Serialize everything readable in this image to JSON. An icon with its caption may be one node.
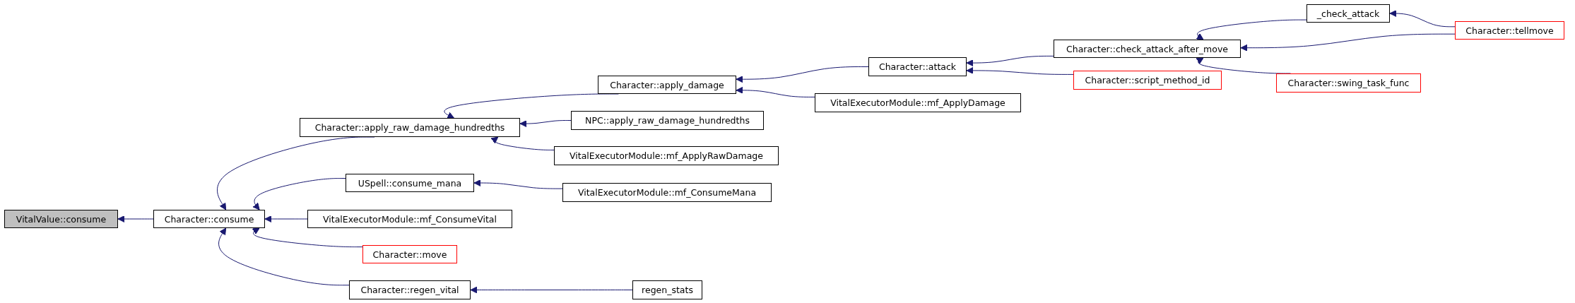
{
  "diagram": {
    "nodes": [
      {
        "text": [
          "VitalValue::consume"
        ]
      },
      {
        "text": [
          "Character::consume"
        ]
      },
      {
        "text": [
          "Character::apply_raw_damage_hundredths"
        ]
      },
      {
        "text": [
          "USpell::consume_mana"
        ]
      },
      {
        "text": [
          "VitalExecutorModule::mf_ConsumeVital"
        ]
      },
      {
        "text": [
          "Character::move"
        ]
      },
      {
        "text": [
          "Character::regen_vital"
        ]
      },
      {
        "text": [
          "Character::apply_damage"
        ]
      },
      {
        "text": [
          "NPC::apply_raw_damage_hundredths"
        ]
      },
      {
        "text": [
          "VitalExecutorModule::mf_ApplyRawDamage"
        ]
      },
      {
        "text": [
          "VitalExecutorModule::mf_ConsumeMana"
        ]
      },
      {
        "text": [
          "regen_stats"
        ]
      },
      {
        "text": [
          "Character::attack"
        ]
      },
      {
        "text": [
          "VitalExecutorModule::mf_ApplyDamage"
        ]
      },
      {
        "text": [
          "Character::check_attack_after_move"
        ]
      },
      {
        "text": [
          "Character::script_method_id"
        ]
      },
      {
        "text": [
          "_check_attack"
        ]
      },
      {
        "text": [
          "Character::swing_task_func"
        ]
      },
      {
        "text": [
          "Character::tellmove"
        ]
      }
    ],
    "edges": [
      {
        "from": 1,
        "to": 0,
        "arrow": "to"
      },
      {
        "from": 2,
        "to": 1,
        "arrow": "to"
      },
      {
        "from": 3,
        "to": 1,
        "arrow": "to"
      },
      {
        "from": 4,
        "to": 1,
        "arrow": "to"
      },
      {
        "from": 5,
        "to": 1,
        "arrow": "to"
      },
      {
        "from": 6,
        "to": 1,
        "arrow": "to"
      },
      {
        "from": 7,
        "to": 2,
        "arrow": "to"
      },
      {
        "from": 8,
        "to": 2,
        "arrow": "to"
      },
      {
        "from": 9,
        "to": 2,
        "arrow": "to"
      },
      {
        "from": 10,
        "to": 3,
        "arrow": "to"
      },
      {
        "from": 11,
        "to": 6,
        "arrow": "to"
      },
      {
        "from": 12,
        "to": 7,
        "arrow": "to"
      },
      {
        "from": 13,
        "to": 7,
        "arrow": "to"
      },
      {
        "from": 14,
        "to": 12,
        "arrow": "to"
      },
      {
        "from": 15,
        "to": 12,
        "arrow": "to"
      },
      {
        "from": 16,
        "to": 14,
        "arrow": "to"
      },
      {
        "from": 17,
        "to": 14,
        "arrow": "to"
      },
      {
        "from": 18,
        "to": 14,
        "arrow": "to"
      },
      {
        "from": 18,
        "to": 16,
        "arrow": "to"
      }
    ]
  }
}
